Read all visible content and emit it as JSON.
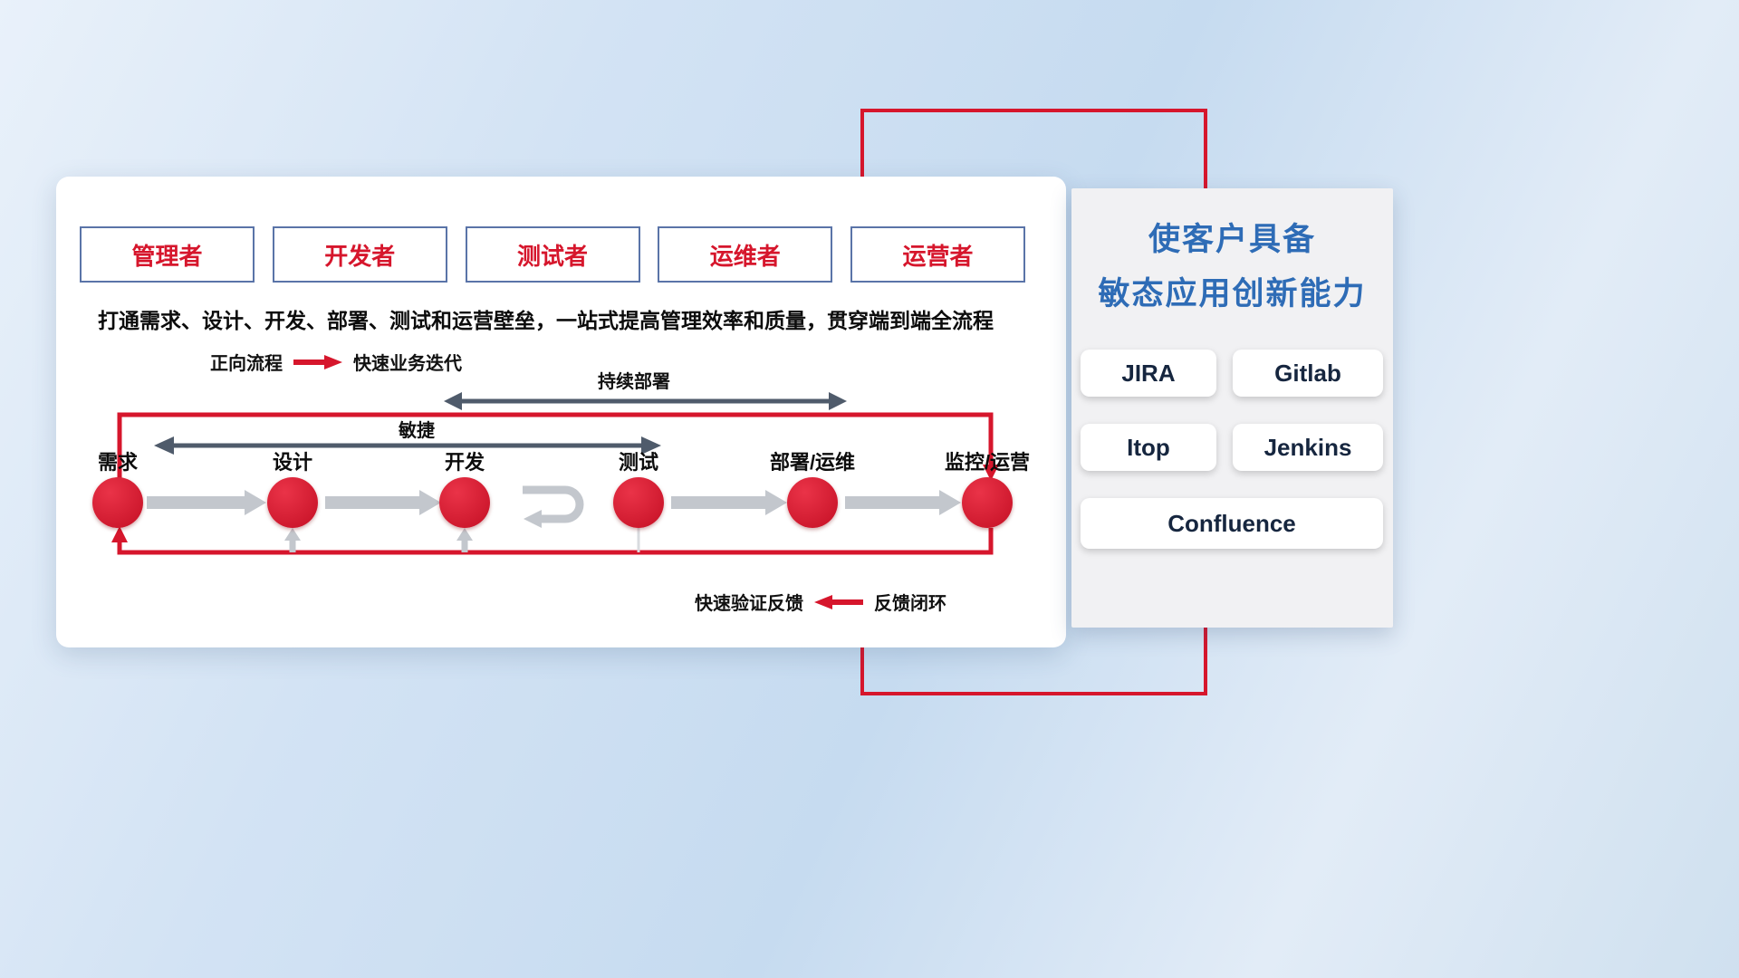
{
  "main": {
    "roles": [
      "管理者",
      "开发者",
      "测试者",
      "运维者",
      "运营者"
    ],
    "description": "打通需求、设计、开发、部署、测试和运营壁垒，一站式提高管理效率和质量，贯穿端到端全流程",
    "forward_legend": {
      "label": "正向流程",
      "value": "快速业务迭代"
    },
    "deploy_arrow_label": "持续部署",
    "agile_arrow_label": "敏捷",
    "stages": [
      "需求",
      "设计",
      "开发",
      "测试",
      "部署/运维",
      "监控/运营"
    ],
    "feedback_legend": {
      "label": "快速验证反馈",
      "value": "反馈闭环"
    }
  },
  "side": {
    "title_line1": "使客户具备",
    "title_line2": "敏态应用创新能力",
    "tools": [
      "JIRA",
      "Gitlab",
      "Itop",
      "Jenkins",
      "Confluence"
    ]
  },
  "colors": {
    "red_accent": "#d6162c",
    "blue_title": "#2e6cb6",
    "dark_arrow": "#4f5b6b",
    "gray_arrow": "#c3c7cd"
  }
}
